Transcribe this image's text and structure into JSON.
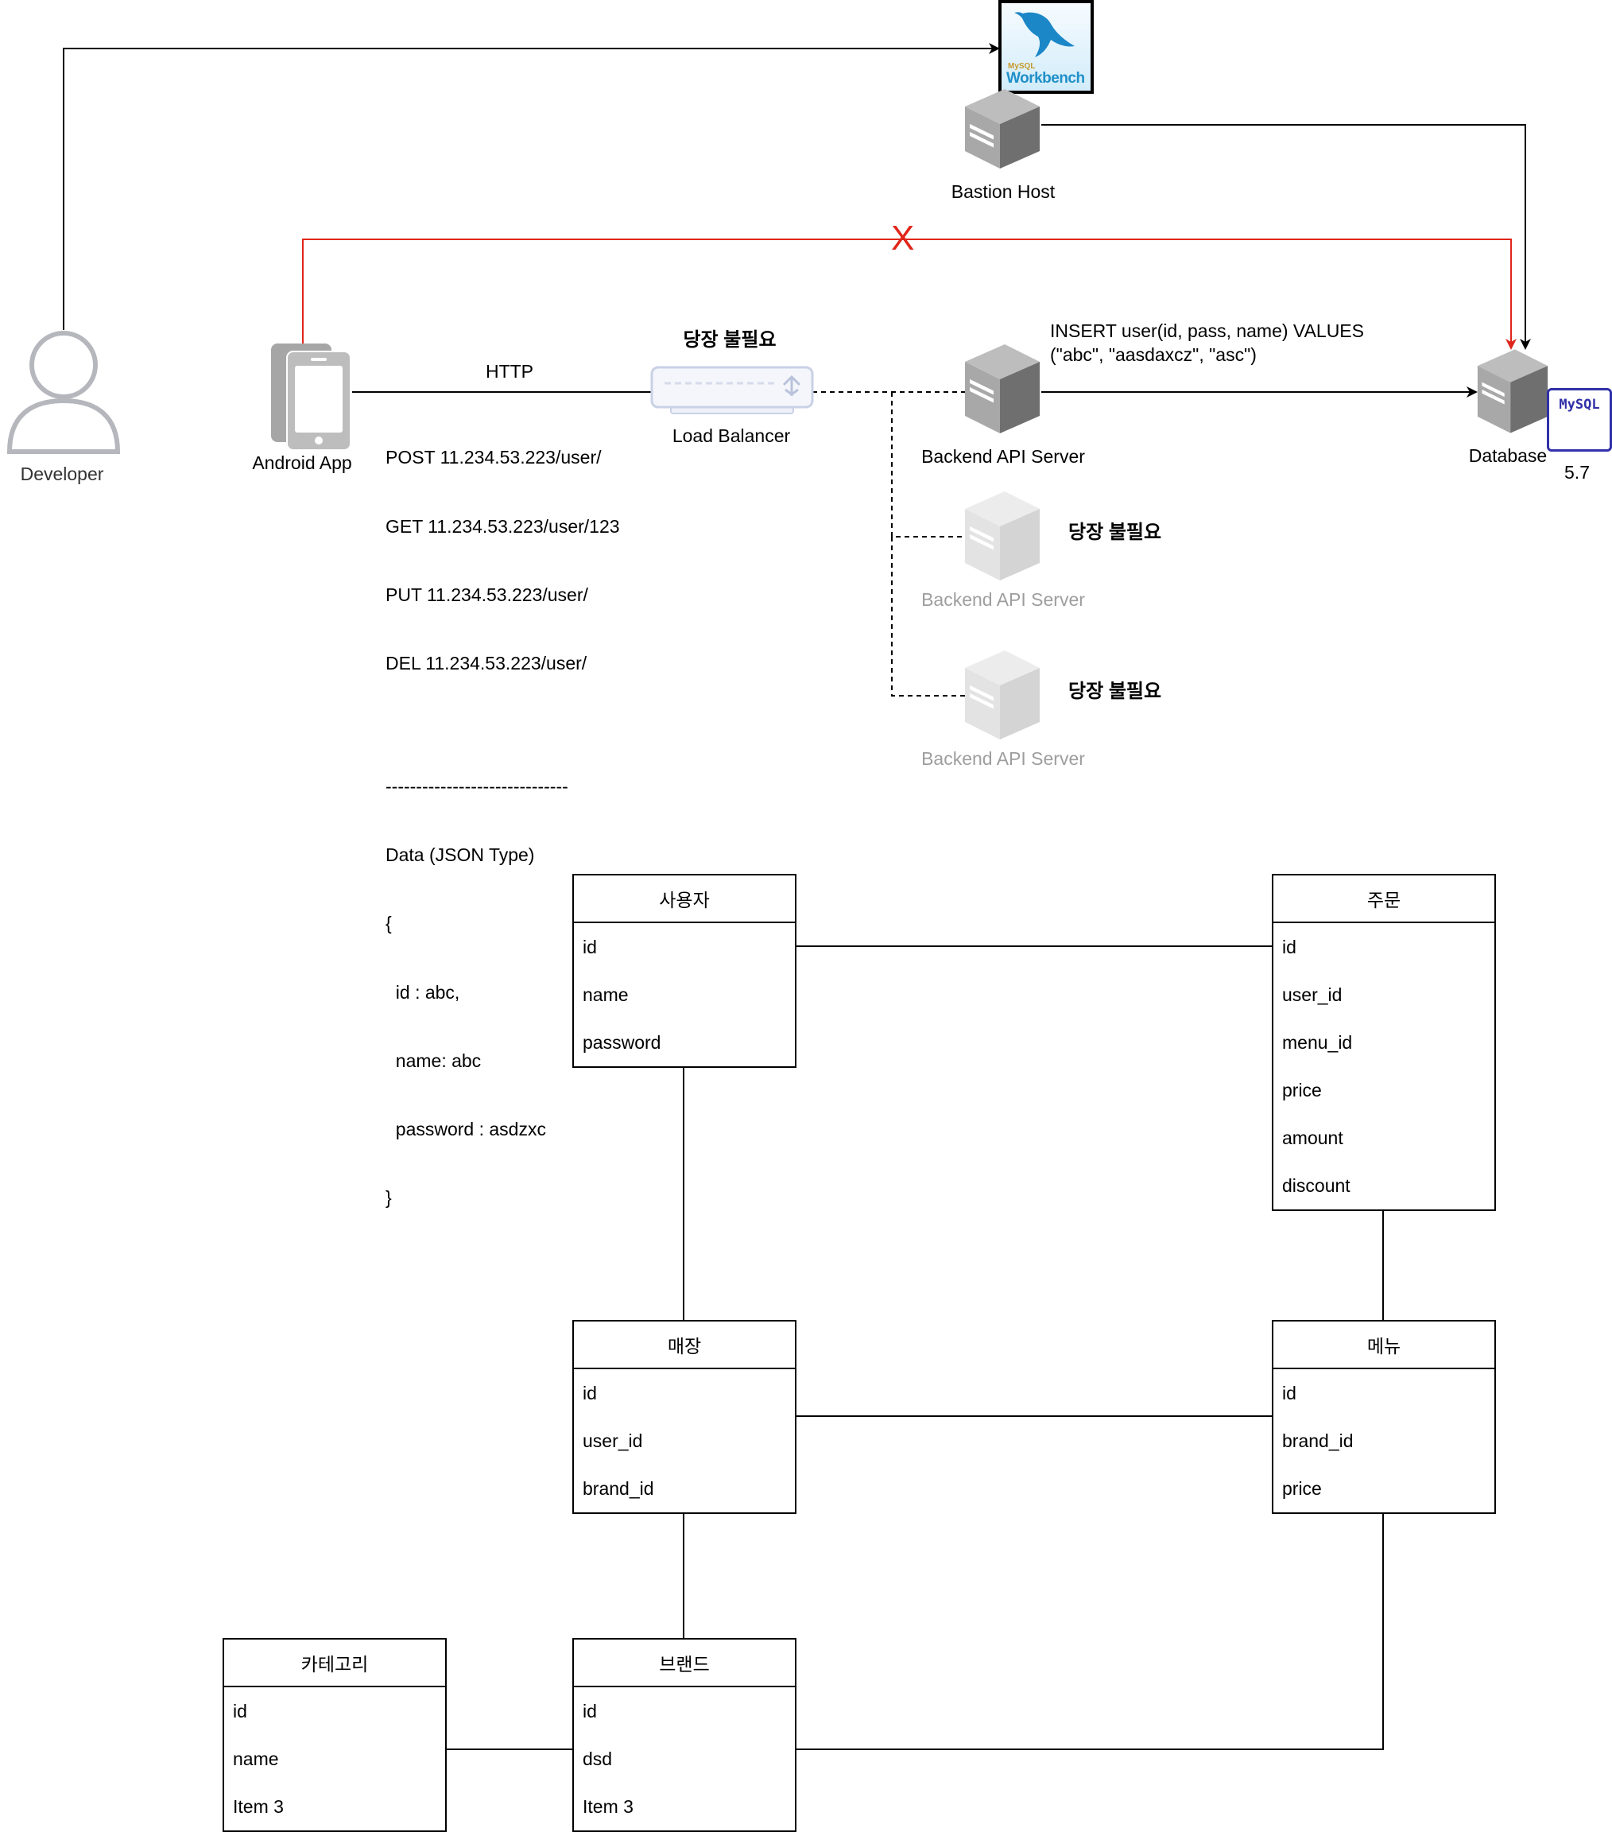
{
  "nodes": {
    "developer": "Developer",
    "android_app": "Android App",
    "load_balancer": "Load Balancer",
    "bastion_host": "Bastion Host",
    "backend_main": "Backend API Server",
    "backend_2": "Backend API Server",
    "backend_3": "Backend API Server",
    "database": "Database",
    "mysql_version": "5.7",
    "mysql_badge": "MySQL",
    "workbench_brand": "MySQL",
    "workbench_name": "Workbench"
  },
  "notes": {
    "lb_not_needed": "당장 불필요",
    "backend2_not_needed": "당장 불필요",
    "backend3_not_needed": "당장 불필요",
    "blocked_mark": "X",
    "http": "HTTP",
    "insert_line1": "INSERT user(id, pass, name) VALUES",
    "insert_line2": "(\"abc\", \"aasdaxcz\", \"asc\")",
    "http_requests": [
      "POST 11.234.53.223/user/",
      "GET 11.234.53.223/user/123",
      "PUT 11.234.53.223/user/",
      "DEL 11.234.53.223/user/",
      "",
      "------------------------------",
      "Data (JSON Type)",
      "{",
      "  id : abc,",
      "  name: abc",
      "  password : asdzxc",
      "}"
    ]
  },
  "entities": {
    "user": {
      "title": "사용자",
      "fields": [
        "id",
        "name",
        "password"
      ]
    },
    "order": {
      "title": "주문",
      "fields": [
        "id",
        "user_id",
        "menu_id",
        "price",
        "amount",
        "discount"
      ]
    },
    "store": {
      "title": "매장",
      "fields": [
        "id",
        "user_id",
        "brand_id"
      ]
    },
    "menu": {
      "title": "메뉴",
      "fields": [
        "id",
        "brand_id",
        "price"
      ]
    },
    "category": {
      "title": "카테고리",
      "fields": [
        "id",
        "name",
        "Item 3"
      ]
    },
    "brand": {
      "title": "브랜드",
      "fields": [
        "id",
        "dsd",
        "Item 3"
      ]
    }
  },
  "colors": {
    "line": "#000000",
    "blocked_line": "#e0261b",
    "disabled": "#9e9e9e",
    "server": "#8f8f8f",
    "mysql_blue": "#3030a8",
    "workbench_bg": "#1f8fc8"
  }
}
